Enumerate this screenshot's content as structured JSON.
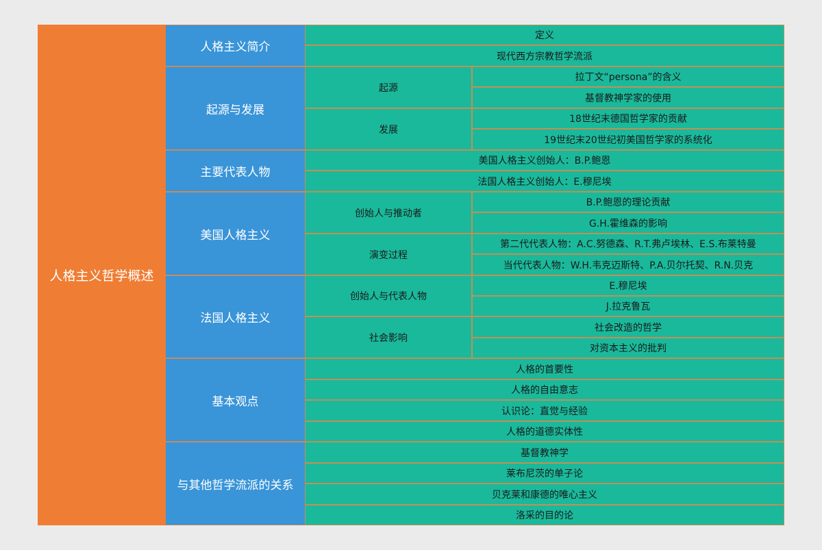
{
  "colors": {
    "background": "#ebebeb",
    "root": "#ef7d33",
    "level1": "#3994d8",
    "level2": "#1ab99b",
    "border": "#c48f55"
  },
  "root": {
    "label": "人格主义哲学概述",
    "children": [
      {
        "label": "人格主义简介",
        "children": [
          {
            "label": "定义"
          },
          {
            "label": "现代西方宗教哲学流派"
          }
        ]
      },
      {
        "label": "起源与发展",
        "children": [
          {
            "label": "起源",
            "children": [
              {
                "label": "拉丁文“persona”的含义"
              },
              {
                "label": "基督教神学家的使用"
              }
            ]
          },
          {
            "label": "发展",
            "children": [
              {
                "label": "18世纪末德国哲学家的贡献"
              },
              {
                "label": "19世纪末20世纪初美国哲学家的系统化"
              }
            ]
          }
        ]
      },
      {
        "label": "主要代表人物",
        "children": [
          {
            "label": "美国人格主义创始人：B.P.鲍恩"
          },
          {
            "label": "法国人格主义创始人：E.穆尼埃"
          }
        ]
      },
      {
        "label": "美国人格主义",
        "children": [
          {
            "label": "创始人与推动者",
            "children": [
              {
                "label": "B.P.鲍恩的理论贡献"
              },
              {
                "label": "G.H.霍维森的影响"
              }
            ]
          },
          {
            "label": "演变过程",
            "children": [
              {
                "label": "第二代代表人物：A.C.努德森、R.T.弗卢埃林、E.S.布莱特曼"
              },
              {
                "label": "当代代表人物：W.H.韦克迈斯特、P.A.贝尔托契、R.N.贝克"
              }
            ]
          }
        ]
      },
      {
        "label": "法国人格主义",
        "children": [
          {
            "label": "创始人与代表人物",
            "children": [
              {
                "label": "E.穆尼埃"
              },
              {
                "label": "J.拉克鲁瓦"
              }
            ]
          },
          {
            "label": "社会影响",
            "children": [
              {
                "label": "社会改造的哲学"
              },
              {
                "label": "对资本主义的批判"
              }
            ]
          }
        ]
      },
      {
        "label": "基本观点",
        "children": [
          {
            "label": "人格的首要性"
          },
          {
            "label": "人格的自由意志"
          },
          {
            "label": "认识论：直觉与经验"
          },
          {
            "label": "人格的道德实体性"
          }
        ]
      },
      {
        "label": "与其他哲学流派的关系",
        "children": [
          {
            "label": "基督教神学"
          },
          {
            "label": "莱布尼茨的单子论"
          },
          {
            "label": "贝克莱和康德的唯心主义"
          },
          {
            "label": "洛采的目的论"
          }
        ]
      }
    ]
  }
}
